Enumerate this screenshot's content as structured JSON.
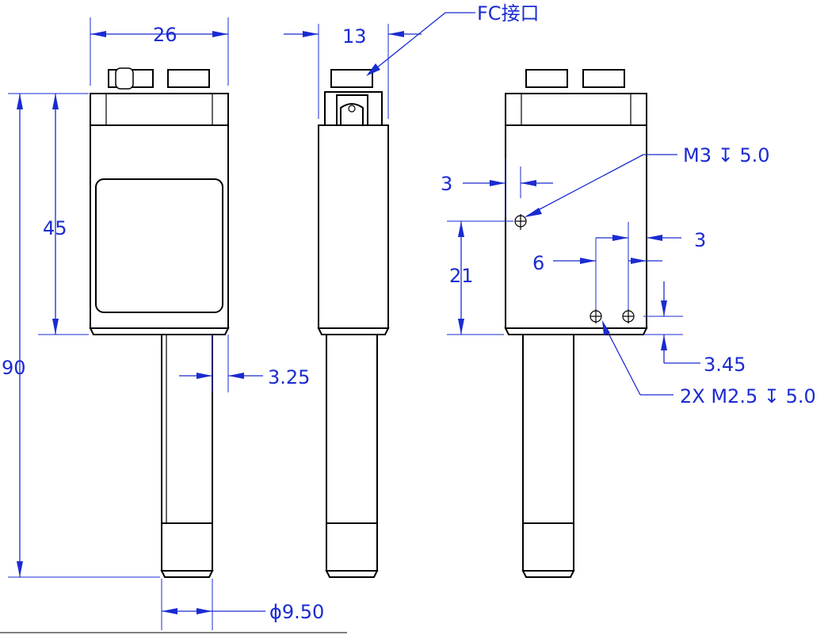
{
  "dimensions": {
    "width_front": "26",
    "width_side": "13",
    "height_total": "90",
    "height_body": "45",
    "pin_offset": "3.25",
    "pin_diameter": "ϕ9.50",
    "hole_m3_x": "3",
    "hole_m3_y": "21",
    "hole_m25_spacing": "6",
    "hole_m25_x": "3",
    "hole_m25_y": "3.45"
  },
  "callouts": {
    "fc_connector": "FC接口",
    "m3_hole": "M3 ↧ 5.0",
    "m25_holes": "2X  M2.5 ↧ 5.0"
  },
  "colors": {
    "dimension": "#1a2bd0",
    "outline": "#000000"
  }
}
